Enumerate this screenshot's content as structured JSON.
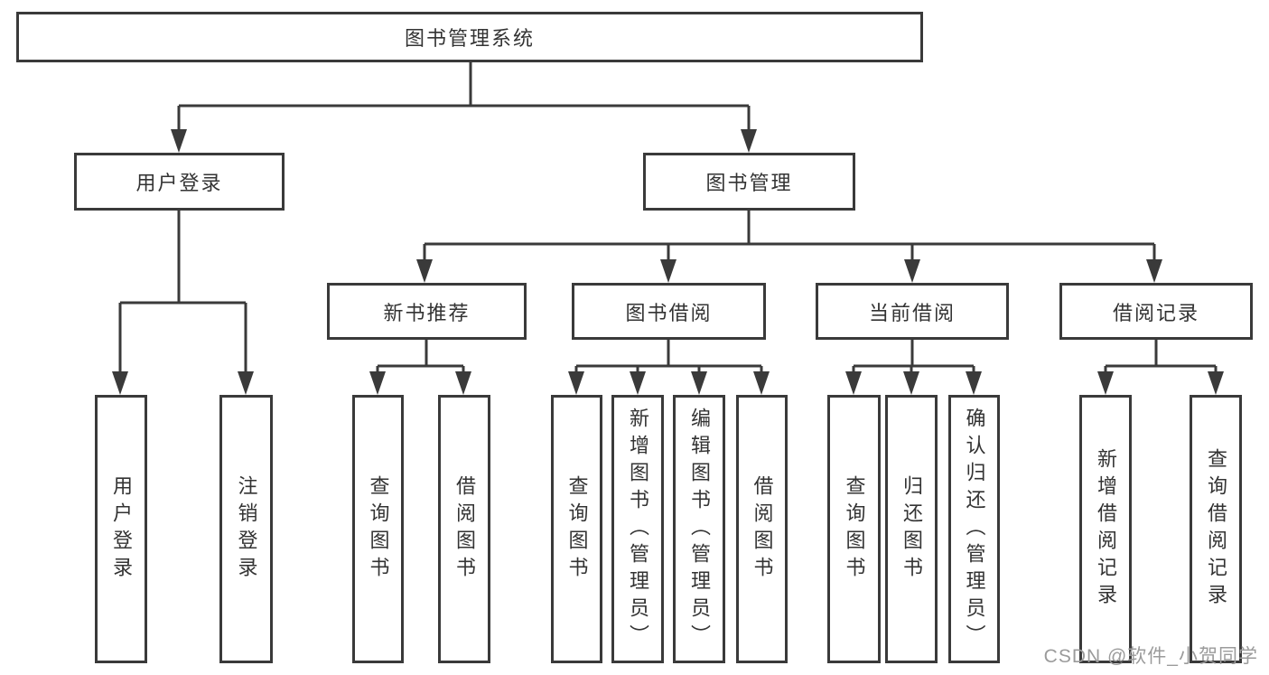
{
  "nodes": {
    "root": "图书管理系统",
    "user_login": "用户登录",
    "book_management": "图书管理",
    "new_book_recommend": "新书推荐",
    "book_borrowing": "图书借阅",
    "current_borrowing": "当前借阅",
    "borrowing_records": "借阅记录",
    "leaves": {
      "user_login_1": "用户登录",
      "user_login_2": "注销登录",
      "new_book_1": "查询图书",
      "new_book_2": "借阅图书",
      "borrow_1": "查询图书",
      "borrow_2": "新增图书（管理员）",
      "borrow_3": "编辑图书（管理员）",
      "borrow_4": "借阅图书",
      "current_1": "查询图书",
      "current_2": "归还图书",
      "current_3": "确认归还（管理员）",
      "records_1": "新增借阅记录",
      "records_2": "查询借阅记录"
    }
  },
  "watermark": "CSDN @软件_小贺同学",
  "colors": {
    "line": "#3a3a3a",
    "text": "#333333",
    "background": "#ffffff",
    "watermark": "#9b9b9b"
  }
}
